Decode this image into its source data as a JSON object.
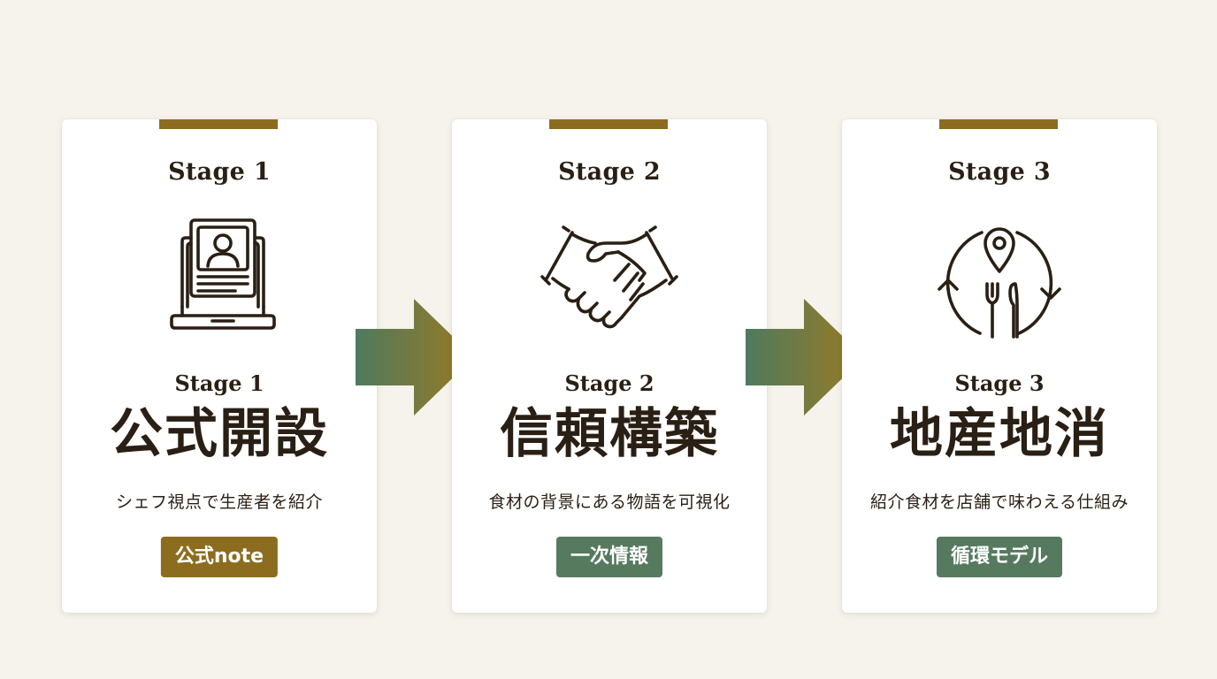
{
  "stages": [
    {
      "stage_label": "Stage 1",
      "stage_sub": "Stage 1",
      "heading": "公式開設",
      "description": "シェフ視点で生産者を紹介",
      "badge": "公式note",
      "badge_color": "#8c6d1f",
      "icon": "laptop-profile-icon"
    },
    {
      "stage_label": "Stage 2",
      "stage_sub": "Stage 2",
      "heading": "信頼構築",
      "description": "食材の背景にある物語を可視化",
      "badge": "一次情報",
      "badge_color": "#567a5e",
      "icon": "handshake-icon"
    },
    {
      "stage_label": "Stage 3",
      "stage_sub": "Stage 3",
      "heading": "地産地消",
      "description": "紹介食材を店舗で味わえる仕組み",
      "badge": "循環モデル",
      "badge_color": "#567a5e",
      "icon": "local-cycle-icon"
    }
  ],
  "colors": {
    "background": "#f6f2ec",
    "card": "#ffffff",
    "accent_gold": "#8c6d1f",
    "accent_green": "#567a5e",
    "text_dark": "#2a1f14"
  },
  "connectors": [
    "arrow-right-icon",
    "arrow-right-icon"
  ]
}
